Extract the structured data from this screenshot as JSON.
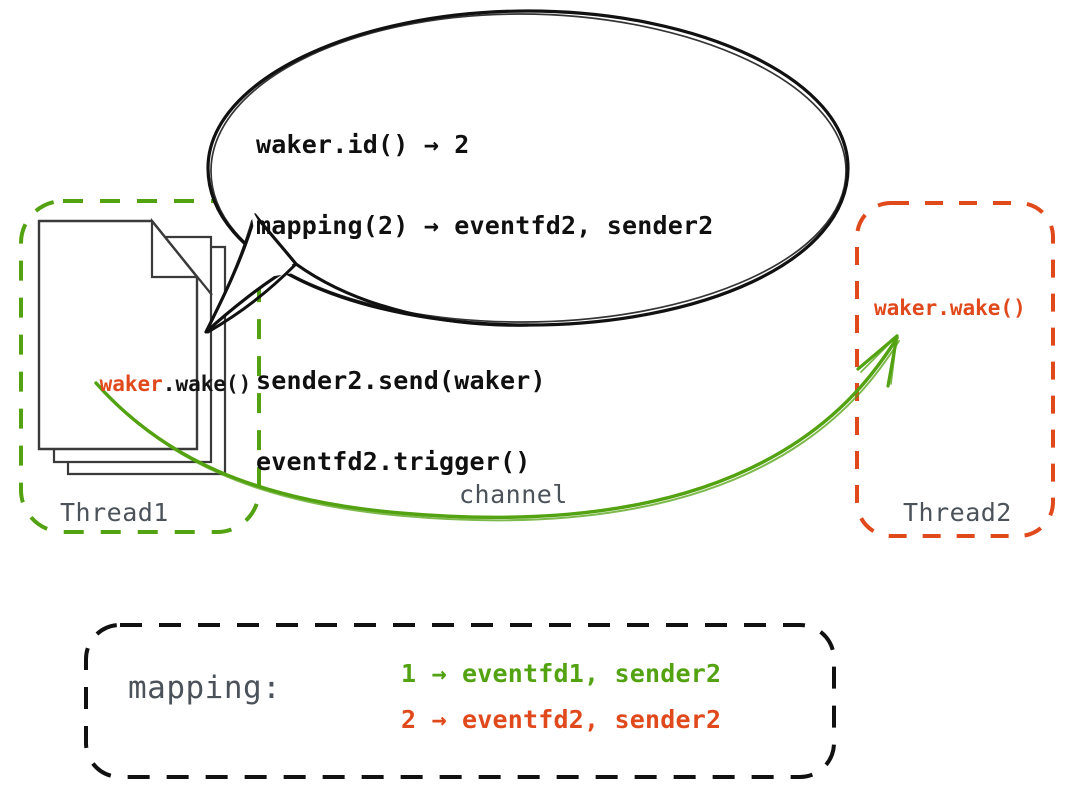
{
  "diagram": {
    "title": "Cross-thread waker wakeup via channel and eventfd",
    "colors": {
      "green": "#53A211",
      "orange": "#E0491C",
      "slate": "#4C525A",
      "ink": "#101010",
      "background": "#ffffff"
    }
  },
  "bubble": {
    "name": "speech-bubble",
    "lines": [
      "waker.id() → 2",
      "mapping(2) → eventfd2, sender2",
      "",
      "sender2.send(waker)",
      "eventfd2.trigger()"
    ]
  },
  "thread1": {
    "label": "Thread1",
    "border_color": "#53A211",
    "page_code_prefix": "waker",
    "page_code_suffix": ".wake()"
  },
  "thread2": {
    "label": "Thread2",
    "border_color": "#E0491C",
    "code": "waker.wake()"
  },
  "channel": {
    "label": "channel",
    "arrow_color": "#53A211"
  },
  "mapping": {
    "title": "mapping:",
    "rows": [
      {
        "key": "1",
        "arrow": "→",
        "value": "eventfd1, sender2",
        "color": "#53A211",
        "text": "1 → eventfd1, sender2"
      },
      {
        "key": "2",
        "arrow": "→",
        "value": "eventfd2, sender2",
        "color": "#E0491C",
        "text": "2 → eventfd2, sender2"
      }
    ]
  }
}
